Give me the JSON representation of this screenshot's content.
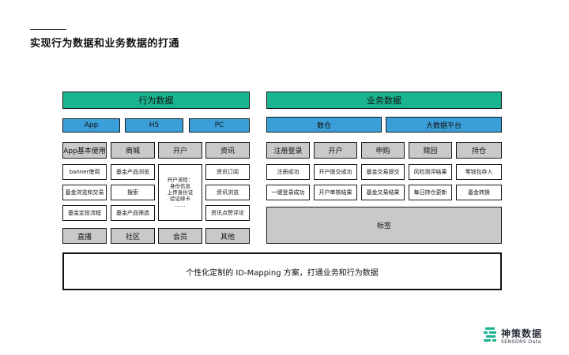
{
  "title": "实现行为数据和业务数据的打通",
  "behavior": {
    "header": "行为数据",
    "channels": [
      "App",
      "H5",
      "PC"
    ],
    "categories": [
      "App基本使用",
      "商城",
      "开户",
      "资讯"
    ],
    "col1": [
      "banner使用",
      "基金浏览和交易",
      "基金定投流程"
    ],
    "col2": [
      "基金产品浏览",
      "搜索",
      "基金产品筛选"
    ],
    "account_flow": [
      "开户流程：",
      "身份信息",
      "上传身份证",
      "验证绑卡",
      "……"
    ],
    "col4": [
      "资讯订阅",
      "资讯浏览",
      "资讯点赞评论"
    ],
    "bottom": [
      "直播",
      "社区",
      "会员",
      "其他"
    ]
  },
  "business": {
    "header": "业务数据",
    "sources": [
      "数仓",
      "大数据平台"
    ],
    "categories": [
      "注册登录",
      "开户",
      "申购",
      "赎回",
      "持仓"
    ],
    "row1": [
      "注册成功",
      "开户提交成功",
      "基金交易提交",
      "风险测评结果",
      "零钱包存入"
    ],
    "row2": [
      "一键登录成功",
      "开户审核结果",
      "基金交易结果",
      "每日持仓更新",
      "基金转换"
    ],
    "tags": "标签"
  },
  "bottom_bar": "个性化定制的 ID-Mapping 方案，打通业务和行为数据",
  "logo": {
    "name_cn": "神策数据",
    "name_en": "SENSORS Data",
    "color": "#1ab490"
  },
  "colors": {
    "teal": "#1ab490",
    "blue": "#3a9fd8",
    "gray": "#c9c9c9"
  }
}
